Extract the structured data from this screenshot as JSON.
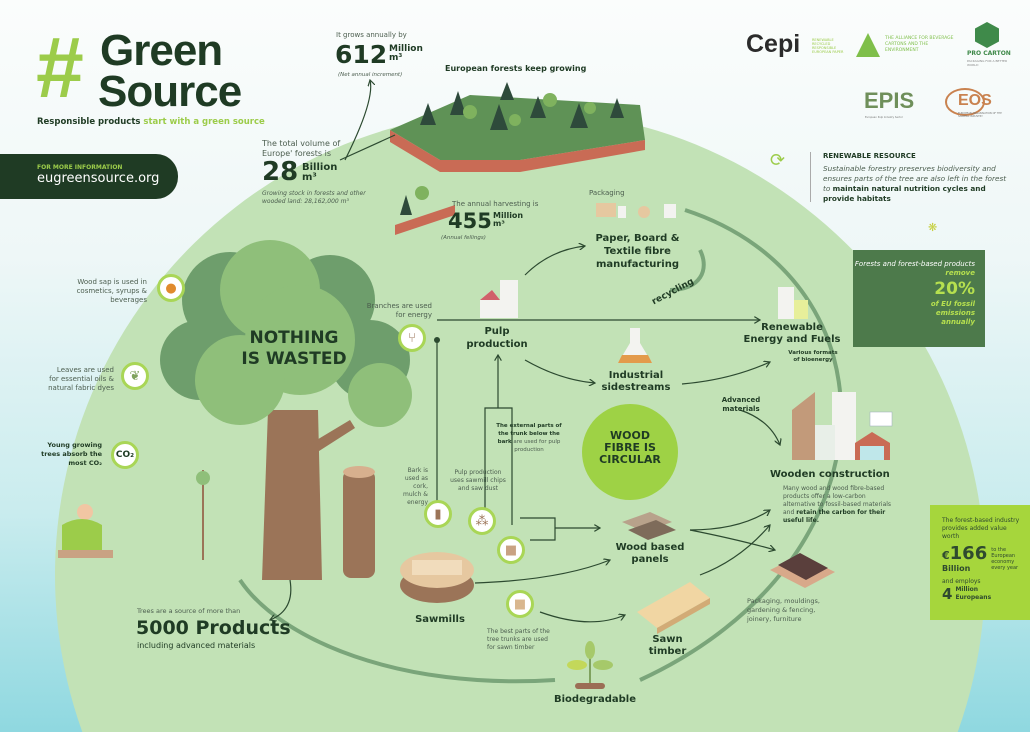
{
  "brand": {
    "hash": "#",
    "word1": "Green",
    "word2": "Source",
    "tagline_a": "Responsible products",
    "tagline_b": "start with a green source"
  },
  "info_pill": {
    "label": "FOR MORE INFORMATION",
    "url": "eugreensource.org"
  },
  "growth": {
    "intro": "It grows annually by",
    "value": "612",
    "unit1": "Million",
    "unit2": "m³",
    "note": "(Net annual increment)"
  },
  "forest_title": "European forests keep growing",
  "volume": {
    "intro": "The total volume of Europe' forests is",
    "value": "28",
    "unit1": "Billion",
    "unit2": "m³",
    "note": "Growing stock in forests and other wooded land: 28,162,000 m³"
  },
  "harvest": {
    "intro": "The annual harvesting is",
    "value": "455",
    "unit1": "Million",
    "unit2": "m³",
    "note": "(Annual fellings)"
  },
  "partners": {
    "cepi": "Cepi",
    "cepi_sub": "RENEWABLE RECYCLED RESPONSIBLE EUROPEAN PAPER",
    "ace": "THE ALLIANCE FOR BEVERAGE CARTONS AND THE ENVIRONMENT",
    "procarton": "PRO CARTON",
    "procarton_sub": "PACKAGING FOR A BETTER WORLD",
    "epis": "EPIS",
    "epis_sub": "European Pulp Industry Sector",
    "eos": "EOS",
    "eos_sub": "EUROPEAN ORGANISATION OF THE SAWMILL INDUSTRY"
  },
  "renewable": {
    "title": "RENEWABLE RESOURCE",
    "text": "Sustainable forestry preserves biodiversity and ensures parts of the tree are also left in the forest to",
    "bold": "maintain natural nutrition cycles and provide habitats"
  },
  "removal": {
    "l1": "Forests and forest-based products",
    "l2": "remove",
    "value": "20%",
    "l3": "of EU fossil emissions annually"
  },
  "value_box": {
    "intro": "The forest-based industry provides added value worth",
    "currency": "€",
    "value": "166",
    "unit": "Billion",
    "suffix": "to the European economy every year",
    "employs": "and employs",
    "jobs": "4",
    "jobs_unit": "Million Europeans"
  },
  "tree": {
    "title1": "NOTHING",
    "title2": "IS WASTED",
    "sap": "Wood sap is used in cosmetics, syrups & beverages",
    "leaves": "Leaves are used for essential oils & natural fabric dyes",
    "branches": "Branches are used for energy",
    "young": "Young growing trees absorb the most CO₂",
    "co2": "CO₂"
  },
  "products": {
    "intro": "Trees are a source of more than",
    "value": "5000 Products",
    "sub": "including advanced materials"
  },
  "flow": {
    "packaging": "Packaging",
    "paper": "Paper, Board & Textile fibre manufacturing",
    "recycling": "recycling",
    "pulp": "Pulp production",
    "energy": "Renewable Energy and Fuels",
    "energy_sub": "Various formats of bioenergy",
    "sidestreams": "Industrial sidestreams",
    "advanced": "Advanced materials",
    "circular": "WOOD FIBRE IS CIRCULAR",
    "construction": "Wooden construction",
    "construction_text": "Many wood and wood fibre-based products offer a low-carbon alternative to fossil-based materials and",
    "construction_bold": "retain the carbon for their useful life.",
    "panels": "Wood based panels",
    "packaging_list": "Packaging, mouldings, gardening & fencing, joinery, furniture",
    "sawmills": "Sawmills",
    "sawn": "Sawn timber",
    "biodegradable": "Biodegradable",
    "bark": "Bark is used as cork, mulch & energy",
    "chips": "Pulp production uses sawmill chips and saw dust",
    "external_bold": "The external parts of the trunk below the bark",
    "external": "are used for pulp production",
    "best": "The best parts of the tree trunks are used for sawn timber"
  },
  "colors": {
    "dark": "#1f3b24",
    "lime": "#a6d63c",
    "circle": "#c2e2b6",
    "box": "#4d7a4b"
  }
}
